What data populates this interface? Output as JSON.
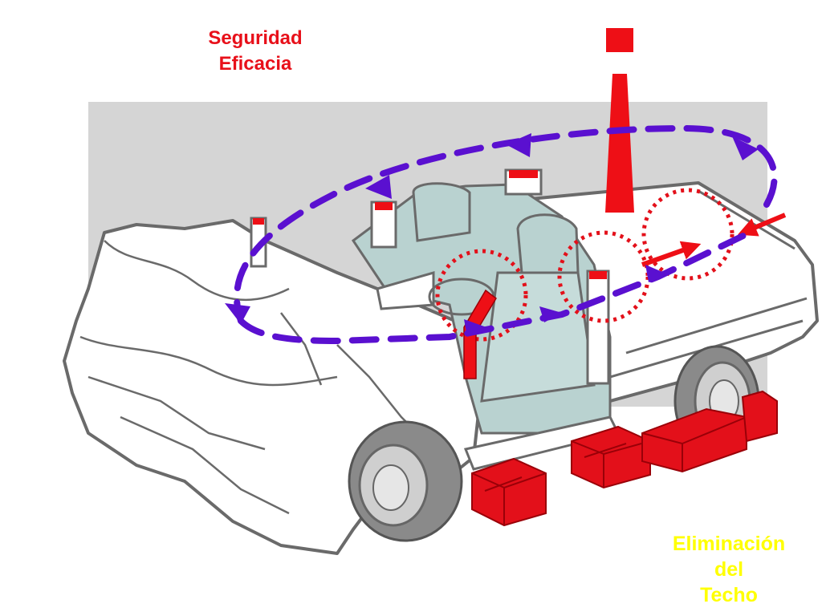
{
  "labels": {
    "top": [
      "Seguridad",
      "Eficacia"
    ],
    "bottom": [
      "Eliminación",
      "del",
      "Techo"
    ]
  },
  "colors": {
    "top_label": "#e8101a",
    "bottom_label": "#ffff00",
    "backdrop": "#d5d5d5",
    "car_outline": "#6a6a6a",
    "car_body": "#ffffff",
    "interior": "#b9d2d0",
    "accent_red": "#ee0f16",
    "arrow_purple": "#5a10d0",
    "tire": "#8a8a8a"
  },
  "icons": [
    "cut-marker-icon",
    "rotation-arrow-icon",
    "cribbing-block-icon"
  ]
}
